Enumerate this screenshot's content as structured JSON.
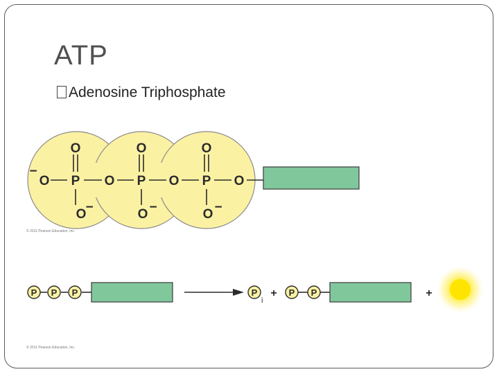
{
  "slide": {
    "title": "ATP",
    "bullet_mark": "",
    "bullet_text": "Adenosine Triphosphate"
  },
  "structure": {
    "oxygen": "O",
    "phosphorus": "P",
    "neg_oxygen": "O",
    "charge": "−",
    "copyright": "© 2011 Pearson Education, Inc."
  },
  "reaction": {
    "phosphate_label": "P",
    "inorganic_subscript": "i",
    "plus": "+",
    "copyright": "© 2011 Pearson Education, Inc."
  },
  "colors": {
    "phosphate_fill": "#fbf1a3",
    "adenosine_fill": "#80c79c",
    "energy_glow": "#ffe800",
    "frame": "#5a5a5a"
  }
}
